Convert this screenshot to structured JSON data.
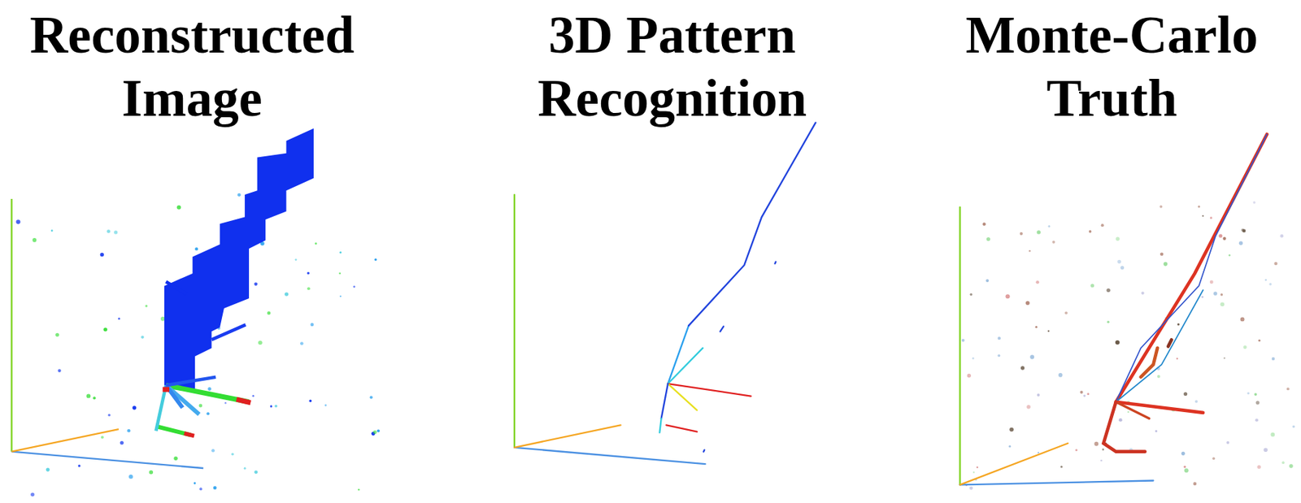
{
  "diagram": {
    "labels": [
      "Reconstructed Image",
      "3D Pattern Recognition",
      "Monte-Carlo Truth"
    ]
  }
}
